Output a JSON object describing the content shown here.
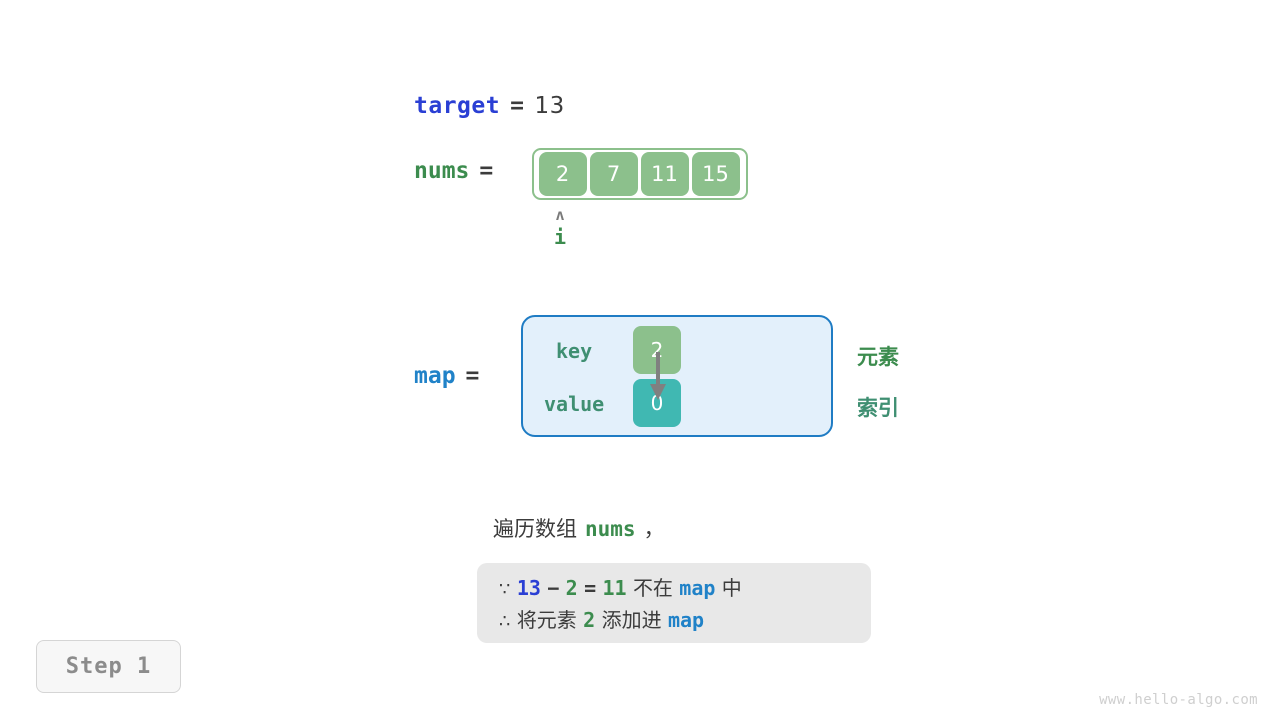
{
  "variables": {
    "target": {
      "name": "target",
      "equals": "=",
      "value": "13"
    },
    "nums": {
      "name": "nums",
      "equals": "=",
      "cells": [
        "2",
        "7",
        "11",
        "15"
      ]
    },
    "map": {
      "name": "map",
      "equals": "="
    }
  },
  "pointer": {
    "caret": "ʌ",
    "label": "i"
  },
  "hashmap": {
    "key_label": "key",
    "value_label": "value",
    "key_cell": "2",
    "value_cell": "0",
    "side_labels": {
      "element": "元素",
      "index": "索引"
    }
  },
  "description": {
    "prefix": "遍历数组",
    "code": "nums",
    "suffix": "，"
  },
  "note": {
    "line1": {
      "symbol": "∵",
      "a": "13",
      "minus": "−",
      "b": "2",
      "equals": "=",
      "c": "11",
      "text_mid": "不在",
      "map": "map",
      "text_end": "中"
    },
    "line2": {
      "symbol": "∴",
      "text_start": "将元素",
      "value": "2",
      "text_mid": "添加进",
      "map": "map"
    }
  },
  "step_badge": "Step 1",
  "watermark": "www.hello-algo.com",
  "colors": {
    "target_blue": "#2a3fd4",
    "nums_green": "#3c8c4e",
    "map_blue": "#2082c8",
    "cell_green": "#8cc08c",
    "cell_teal": "#40b8b2",
    "map_box_fill": "#e3f0fb",
    "map_box_border": "#1f7cc4",
    "note_bg": "#e8e8e8",
    "arrow_gray": "#808080"
  }
}
